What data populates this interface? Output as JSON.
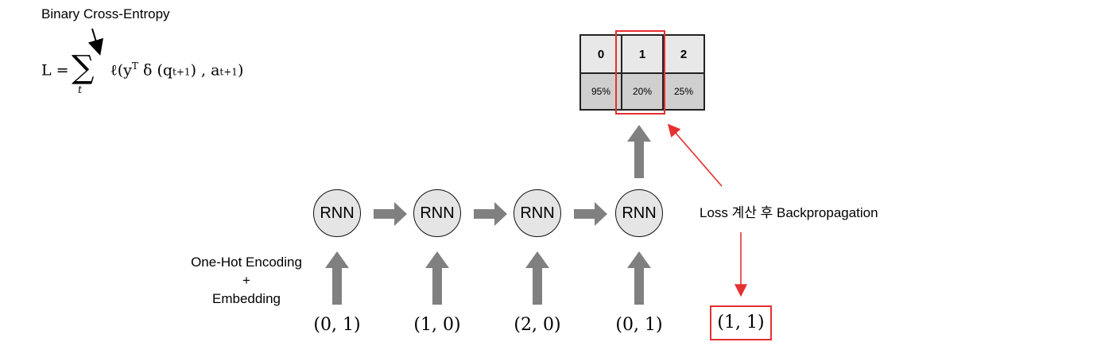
{
  "formula_title": "Binary Cross-Entropy",
  "formula": {
    "lhs": "L =",
    "sum": "∑",
    "sum_sub": "t",
    "body_pre": "ℓ(y",
    "sup": "T",
    "body_mid": "δ (q",
    "sub1": "t+1",
    "body_mid2": ") , a",
    "sub2": "t+1",
    "body_end": ")"
  },
  "output_table": {
    "headers": [
      "0",
      "1",
      "2"
    ],
    "values": [
      "95%",
      "20%",
      "25%"
    ]
  },
  "rnn_cells": [
    "RNN",
    "RNN",
    "RNN",
    "RNN"
  ],
  "inputs": [
    "(0, 1)",
    "(1, 0)",
    "(2, 0)",
    "(0, 1)"
  ],
  "target": "(1, 1)",
  "encoding_label": {
    "line1": "One-Hot Encoding",
    "line2": "+",
    "line3": "Embedding"
  },
  "loss_label": "Loss 계산 후 Backpropagation",
  "colors": {
    "arrow_gray": "#808080",
    "highlight_red": "#e53030",
    "cell_fill": "#e5e5e5"
  }
}
